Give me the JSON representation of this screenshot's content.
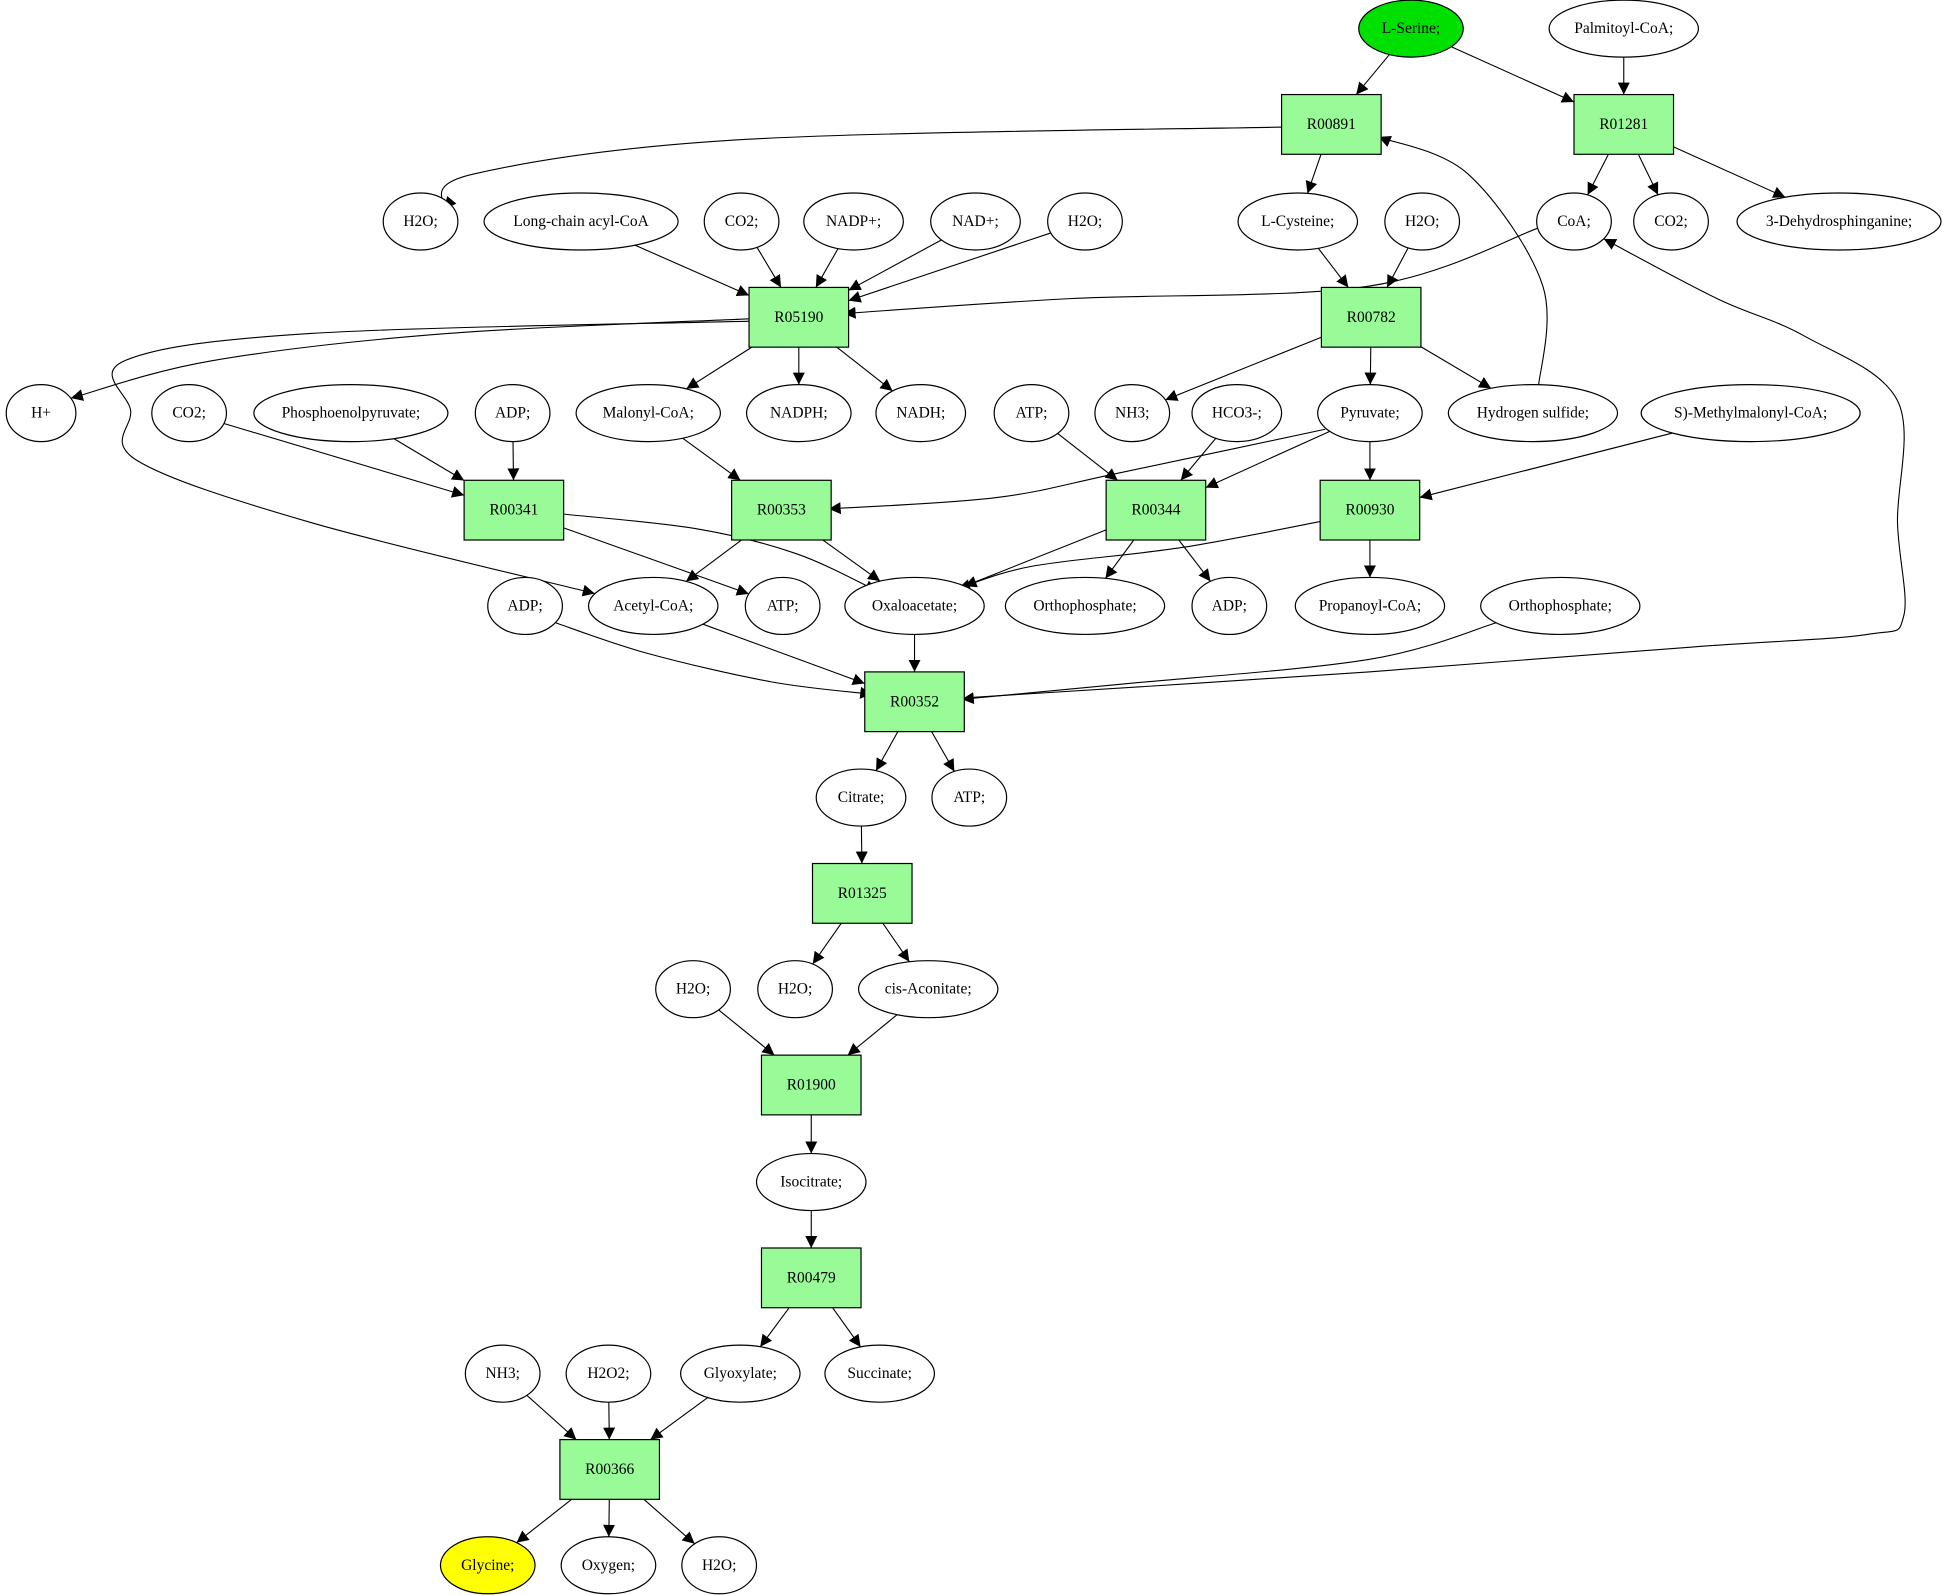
{
  "colors": {
    "reaction_fill": "#98fb98",
    "start_fill": "#00e000",
    "end_fill": "#ffff00",
    "compound_fill": "#ffffff",
    "stroke": "#000000"
  },
  "nodes": [
    {
      "id": "n_serine",
      "label": "L-Serine;",
      "kind": "compound",
      "role": "start"
    },
    {
      "id": "n_palmitoylcoa",
      "label": "Palmitoyl-CoA;",
      "kind": "compound"
    },
    {
      "id": "n_r00891",
      "label": "R00891",
      "kind": "reaction"
    },
    {
      "id": "n_r01281",
      "label": "R01281",
      "kind": "reaction"
    },
    {
      "id": "n_h2o_a",
      "label": "H2O;",
      "kind": "compound"
    },
    {
      "id": "n_lcacylcoa",
      "label": "Long-chain acyl-CoA",
      "kind": "compound"
    },
    {
      "id": "n_co2_a",
      "label": "CO2;",
      "kind": "compound"
    },
    {
      "id": "n_nadp",
      "label": "NADP+;",
      "kind": "compound"
    },
    {
      "id": "n_nad",
      "label": "NAD+;",
      "kind": "compound"
    },
    {
      "id": "n_h2o_b",
      "label": "H2O;",
      "kind": "compound"
    },
    {
      "id": "n_cysteine",
      "label": "L-Cysteine;",
      "kind": "compound"
    },
    {
      "id": "n_h2o_c",
      "label": "H2O;",
      "kind": "compound"
    },
    {
      "id": "n_coa",
      "label": "CoA;",
      "kind": "compound"
    },
    {
      "id": "n_co2_b",
      "label": "CO2;",
      "kind": "compound"
    },
    {
      "id": "n_dehydro",
      "label": "3-Dehydrosphinganine;",
      "kind": "compound"
    },
    {
      "id": "n_r05190",
      "label": "R05190",
      "kind": "reaction"
    },
    {
      "id": "n_r00782",
      "label": "R00782",
      "kind": "reaction"
    },
    {
      "id": "n_hplus",
      "label": "H+",
      "kind": "compound"
    },
    {
      "id": "n_co2_c",
      "label": "CO2;",
      "kind": "compound"
    },
    {
      "id": "n_pep",
      "label": "Phosphoenolpyruvate;",
      "kind": "compound"
    },
    {
      "id": "n_adp_a",
      "label": "ADP;",
      "kind": "compound"
    },
    {
      "id": "n_malonylcoa",
      "label": "Malonyl-CoA;",
      "kind": "compound"
    },
    {
      "id": "n_nadph",
      "label": "NADPH;",
      "kind": "compound"
    },
    {
      "id": "n_nadh",
      "label": "NADH;",
      "kind": "compound"
    },
    {
      "id": "n_atp_a",
      "label": "ATP;",
      "kind": "compound"
    },
    {
      "id": "n_nh3_a",
      "label": "NH3;",
      "kind": "compound"
    },
    {
      "id": "n_hco3",
      "label": "HCO3-;",
      "kind": "compound"
    },
    {
      "id": "n_pyruvate",
      "label": "Pyruvate;",
      "kind": "compound"
    },
    {
      "id": "n_h2s",
      "label": "Hydrogen sulfide;",
      "kind": "compound"
    },
    {
      "id": "n_methylmalonyl",
      "label": "S)-Methylmalonyl-CoA;",
      "kind": "compound"
    },
    {
      "id": "n_r00341",
      "label": "R00341",
      "kind": "reaction"
    },
    {
      "id": "n_r00353",
      "label": "R00353",
      "kind": "reaction"
    },
    {
      "id": "n_r00344",
      "label": "R00344",
      "kind": "reaction"
    },
    {
      "id": "n_r00930",
      "label": "R00930",
      "kind": "reaction"
    },
    {
      "id": "n_adp_b",
      "label": "ADP;",
      "kind": "compound"
    },
    {
      "id": "n_acetylcoa",
      "label": "Acetyl-CoA;",
      "kind": "compound"
    },
    {
      "id": "n_atp_b",
      "label": "ATP;",
      "kind": "compound"
    },
    {
      "id": "n_oxaloacetate",
      "label": "Oxaloacetate;",
      "kind": "compound"
    },
    {
      "id": "n_ortho_a",
      "label": "Orthophosphate;",
      "kind": "compound"
    },
    {
      "id": "n_adp_c",
      "label": "ADP;",
      "kind": "compound"
    },
    {
      "id": "n_propanoylcoa",
      "label": "Propanoyl-CoA;",
      "kind": "compound"
    },
    {
      "id": "n_ortho_b",
      "label": "Orthophosphate;",
      "kind": "compound"
    },
    {
      "id": "n_r00352",
      "label": "R00352",
      "kind": "reaction"
    },
    {
      "id": "n_citrate",
      "label": "Citrate;",
      "kind": "compound"
    },
    {
      "id": "n_atp_c",
      "label": "ATP;",
      "kind": "compound"
    },
    {
      "id": "n_r01325",
      "label": "R01325",
      "kind": "reaction"
    },
    {
      "id": "n_h2o_d",
      "label": "H2O;",
      "kind": "compound"
    },
    {
      "id": "n_h2o_e",
      "label": "H2O;",
      "kind": "compound"
    },
    {
      "id": "n_cisaconitate",
      "label": "cis-Aconitate;",
      "kind": "compound"
    },
    {
      "id": "n_r01900",
      "label": "R01900",
      "kind": "reaction"
    },
    {
      "id": "n_isocitrate",
      "label": "Isocitrate;",
      "kind": "compound"
    },
    {
      "id": "n_r00479",
      "label": "R00479",
      "kind": "reaction"
    },
    {
      "id": "n_nh3_b",
      "label": "NH3;",
      "kind": "compound"
    },
    {
      "id": "n_h2o2",
      "label": "H2O2;",
      "kind": "compound"
    },
    {
      "id": "n_glyoxylate",
      "label": "Glyoxylate;",
      "kind": "compound"
    },
    {
      "id": "n_succinate",
      "label": "Succinate;",
      "kind": "compound"
    },
    {
      "id": "n_r00366",
      "label": "R00366",
      "kind": "reaction"
    },
    {
      "id": "n_glycine",
      "label": "Glycine;",
      "kind": "compound",
      "role": "end"
    },
    {
      "id": "n_oxygen",
      "label": "Oxygen;",
      "kind": "compound"
    },
    {
      "id": "n_h2o_f",
      "label": "H2O;",
      "kind": "compound"
    }
  ],
  "edges": [
    {
      "from": "n_serine",
      "to": "n_r00891"
    },
    {
      "from": "n_serine",
      "to": "n_r01281"
    },
    {
      "from": "n_palmitoylcoa",
      "to": "n_r01281"
    },
    {
      "from": "n_r00891",
      "to": "n_h2o_a"
    },
    {
      "from": "n_r00891",
      "to": "n_cysteine"
    },
    {
      "from": "n_r01281",
      "to": "n_coa"
    },
    {
      "from": "n_r01281",
      "to": "n_co2_b"
    },
    {
      "from": "n_r01281",
      "to": "n_dehydro"
    },
    {
      "from": "n_lcacylcoa",
      "to": "n_r05190"
    },
    {
      "from": "n_co2_a",
      "to": "n_r05190"
    },
    {
      "from": "n_nadp",
      "to": "n_r05190"
    },
    {
      "from": "n_nad",
      "to": "n_r05190"
    },
    {
      "from": "n_h2o_b",
      "to": "n_r05190"
    },
    {
      "from": "n_coa",
      "to": "n_r05190"
    },
    {
      "from": "n_cysteine",
      "to": "n_r00782"
    },
    {
      "from": "n_h2o_c",
      "to": "n_r00782"
    },
    {
      "from": "n_r05190",
      "to": "n_hplus"
    },
    {
      "from": "n_r05190",
      "to": "n_acetylcoa"
    },
    {
      "from": "n_r05190",
      "to": "n_malonylcoa"
    },
    {
      "from": "n_r05190",
      "to": "n_nadph"
    },
    {
      "from": "n_r05190",
      "to": "n_nadh"
    },
    {
      "from": "n_r00782",
      "to": "n_nh3_a"
    },
    {
      "from": "n_r00782",
      "to": "n_pyruvate"
    },
    {
      "from": "n_r00782",
      "to": "n_h2s"
    },
    {
      "from": "n_h2s",
      "to": "n_r00891"
    },
    {
      "from": "n_co2_c",
      "to": "n_r00341"
    },
    {
      "from": "n_pep",
      "to": "n_r00341"
    },
    {
      "from": "n_adp_a",
      "to": "n_r00341"
    },
    {
      "from": "n_malonylcoa",
      "to": "n_r00353"
    },
    {
      "from": "n_pyruvate",
      "to": "n_r00353"
    },
    {
      "from": "n_atp_a",
      "to": "n_r00344"
    },
    {
      "from": "n_hco3",
      "to": "n_r00344"
    },
    {
      "from": "n_pyruvate",
      "to": "n_r00344"
    },
    {
      "from": "n_pyruvate",
      "to": "n_r00930"
    },
    {
      "from": "n_methylmalonyl",
      "to": "n_r00930"
    },
    {
      "from": "n_r00341",
      "to": "n_atp_b"
    },
    {
      "from": "n_r00341",
      "to": "n_oxaloacetate"
    },
    {
      "from": "n_r00353",
      "to": "n_acetylcoa"
    },
    {
      "from": "n_r00353",
      "to": "n_oxaloacetate"
    },
    {
      "from": "n_r00344",
      "to": "n_oxaloacetate"
    },
    {
      "from": "n_r00344",
      "to": "n_ortho_a"
    },
    {
      "from": "n_r00344",
      "to": "n_adp_c"
    },
    {
      "from": "n_r00930",
      "to": "n_oxaloacetate"
    },
    {
      "from": "n_r00930",
      "to": "n_propanoylcoa"
    },
    {
      "from": "n_adp_b",
      "to": "n_r00352"
    },
    {
      "from": "n_acetylcoa",
      "to": "n_r00352"
    },
    {
      "from": "n_oxaloacetate",
      "to": "n_r00352"
    },
    {
      "from": "n_ortho_b",
      "to": "n_r00352"
    },
    {
      "from": "n_r00352",
      "to": "n_coa"
    },
    {
      "from": "n_r00352",
      "to": "n_citrate"
    },
    {
      "from": "n_r00352",
      "to": "n_atp_c"
    },
    {
      "from": "n_citrate",
      "to": "n_r01325"
    },
    {
      "from": "n_r01325",
      "to": "n_h2o_e"
    },
    {
      "from": "n_r01325",
      "to": "n_cisaconitate"
    },
    {
      "from": "n_h2o_d",
      "to": "n_r01900"
    },
    {
      "from": "n_cisaconitate",
      "to": "n_r01900"
    },
    {
      "from": "n_r01900",
      "to": "n_isocitrate"
    },
    {
      "from": "n_isocitrate",
      "to": "n_r00479"
    },
    {
      "from": "n_r00479",
      "to": "n_glyoxylate"
    },
    {
      "from": "n_r00479",
      "to": "n_succinate"
    },
    {
      "from": "n_nh3_b",
      "to": "n_r00366"
    },
    {
      "from": "n_h2o2",
      "to": "n_r00366"
    },
    {
      "from": "n_glyoxylate",
      "to": "n_r00366"
    },
    {
      "from": "n_r00366",
      "to": "n_glycine"
    },
    {
      "from": "n_r00366",
      "to": "n_oxygen"
    },
    {
      "from": "n_r00366",
      "to": "n_h2o_f"
    }
  ]
}
